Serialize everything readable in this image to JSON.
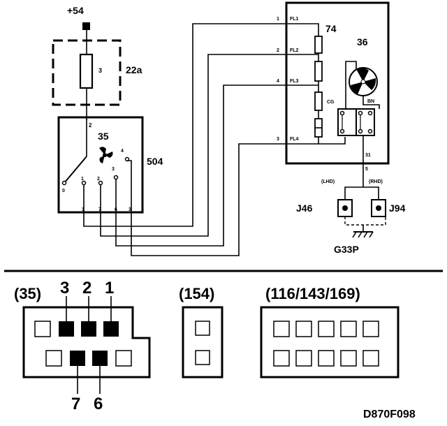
{
  "schematic": {
    "supply": "+54",
    "fuse_pin": "3",
    "fuse_id": "22a",
    "switch_box_id": "504",
    "switch_num": "35",
    "switch_in_pin": "2",
    "switch_pos": [
      "0",
      "1",
      "2",
      "3",
      "4"
    ],
    "switch_terminals": [
      "1",
      "7",
      "6",
      "3"
    ],
    "module_id": "74",
    "motor_id": "36",
    "motor_color": "BN",
    "cg_label": "CG",
    "fl_labels": [
      "FL1",
      "FL2",
      "FL3",
      "FL4"
    ],
    "fl_pins": [
      "1",
      "2",
      "4",
      "3"
    ],
    "module_out_pin": "31",
    "ground_pin": "5",
    "lhd": "(LHD)",
    "rhd": "(RHD)",
    "ground_left": "J46",
    "ground_right": "J94",
    "ground_point": "G33P"
  },
  "connectors": {
    "c35": {
      "label": "(35)",
      "pin_top": [
        "3",
        "2",
        "1"
      ],
      "pin_bottom": [
        "7",
        "6"
      ]
    },
    "c154": {
      "label": "(154)"
    },
    "c116": {
      "label": "(116/143/169)"
    }
  },
  "footer": {
    "code": "D870F098"
  }
}
